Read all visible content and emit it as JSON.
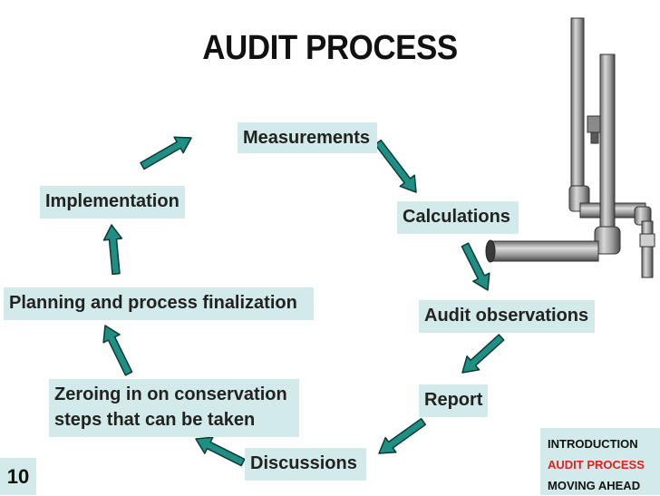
{
  "title": "AUDIT PROCESS",
  "steps": {
    "measurements": "Measurements",
    "calculations": "Calculations",
    "audit_observations": "Audit observations",
    "report": "Report",
    "discussions": "Discussions",
    "zeroing_line1": "Zeroing in on conservation",
    "zeroing_line2": "steps that can be taken",
    "planning": "Planning and process finalization",
    "implementation": "Implementation"
  },
  "nav": {
    "items": [
      "INTRODUCTION",
      "AUDIT PROCESS",
      "MOVING AHEAD"
    ],
    "active_index": 1,
    "active_color": "#e0201b"
  },
  "page_number": "10",
  "colors": {
    "box_fill": "#d3eaea",
    "arrow_fill": "#1f8f84",
    "arrow_stroke": "#0a3a36"
  },
  "illustration": "water-pipes-icon"
}
